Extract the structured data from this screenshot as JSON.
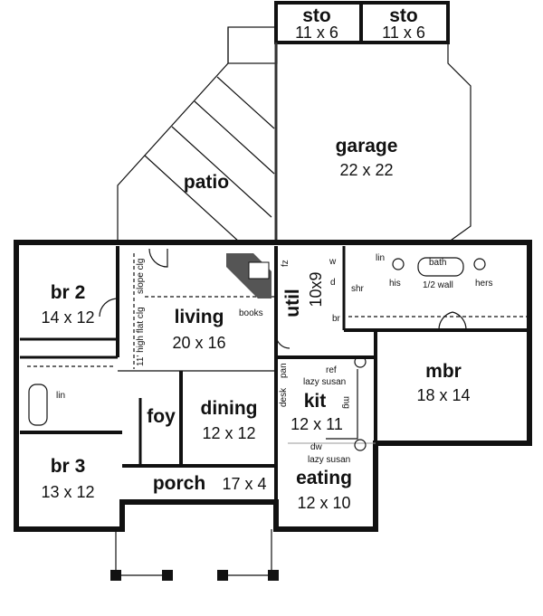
{
  "rooms": {
    "sto1": {
      "name": "sto",
      "dims": "11 x 6"
    },
    "sto2": {
      "name": "sto",
      "dims": "11 x 6"
    },
    "garage": {
      "name": "garage",
      "dims": "22 x 22"
    },
    "patio": {
      "name": "patio"
    },
    "br2": {
      "name": "br 2",
      "dims": "14 x 12"
    },
    "living": {
      "name": "living",
      "dims": "20 x 16"
    },
    "util": {
      "name": "util",
      "dims": "10x9"
    },
    "mbr": {
      "name": "mbr",
      "dims": "18 x 14"
    },
    "dining": {
      "name": "dining",
      "dims": "12 x 12"
    },
    "foy": {
      "name": "foy"
    },
    "kit": {
      "name": "kit",
      "dims": "12 x 11"
    },
    "br3": {
      "name": "br 3",
      "dims": "13 x 12"
    },
    "porch": {
      "name": "porch",
      "dims": "17 x 4"
    },
    "eating": {
      "name": "eating",
      "dims": "12 x 10"
    }
  },
  "labels": {
    "slope_clg": "slope clg",
    "flat_clg": "11' high flat clg",
    "books": "books",
    "fz": "fz",
    "w": "w",
    "d": "d",
    "br": "br",
    "shr": "shr",
    "lin_master": "lin",
    "bath": "bath",
    "his": "his",
    "half_wall": "1/2 wall",
    "hers": "hers",
    "lin_hall": "lin",
    "pan": "pan",
    "desk": "desk",
    "ref": "ref",
    "lazy_susan_top": "lazy susan",
    "mg": "mg",
    "dw": "dw",
    "lazy_susan_bottom": "lazy susan"
  }
}
